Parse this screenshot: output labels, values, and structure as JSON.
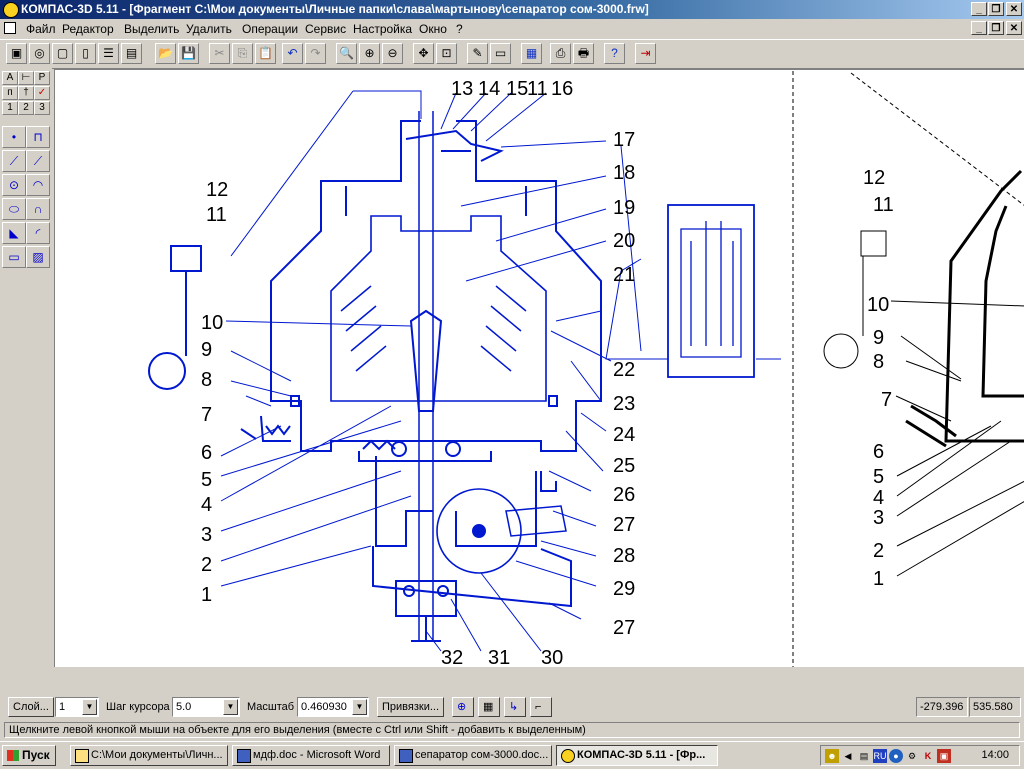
{
  "window": {
    "title": "КОМПАС-3D 5.11 - [Фрагмент С:\\Мои документы\\Личные папки\\слава\\мартынову\\сепаратор сом-3000.frw]",
    "minimize": "_",
    "restore": "❐",
    "close": "✕"
  },
  "menu": [
    "Файл",
    "Редактор",
    "Выделить",
    "Удалить",
    "Операции",
    "Сервис",
    "Настройка",
    "Окно",
    "?"
  ],
  "drawing": {
    "labels": [
      "1",
      "2",
      "3",
      "4",
      "5",
      "6",
      "7",
      "8",
      "9",
      "10",
      "11",
      "12",
      "13",
      "14",
      "15",
      "16",
      "17",
      "18",
      "19",
      "20",
      "21",
      "22",
      "23",
      "24",
      "25",
      "26",
      "27",
      "28",
      "29",
      "30",
      "31",
      "32"
    ],
    "right_labels": [
      "12",
      "11",
      "10",
      "9",
      "8",
      "7",
      "6",
      "5",
      "4",
      "3",
      "2",
      "1"
    ]
  },
  "status": {
    "layer_button": "Слой...",
    "layer_value": "1",
    "cursor_step_label": "Шаг курсора",
    "cursor_step_value": "5.0",
    "scale_label": "Масштаб",
    "scale_value": "0.460930",
    "snap_button": "Привязки...",
    "coord_x": "-279.396",
    "coord_y": "535.580"
  },
  "hint": "Щелкните левой кнопкой мыши на объекте для его выделения (вместе с Ctrl или Shift - добавить к выделенным)",
  "taskbar": {
    "start": "Пуск",
    "tasks": [
      "С:\\Мои документы\\Личн...",
      "мдф.doc - Microsoft Word",
      "сепаратор сом-3000.doc...",
      "КОМПАС-3D 5.11 - [Фр..."
    ],
    "lang": "RU",
    "clock": "14:00"
  },
  "colors": {
    "drawing": "#0018d0",
    "titlebar": "#0a246a"
  }
}
